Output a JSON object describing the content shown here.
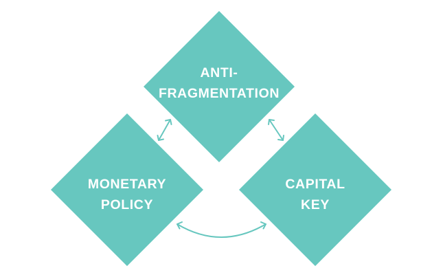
{
  "colors": {
    "diamond_fill": "#67c7bf",
    "arrow_stroke": "#67c7bf",
    "label_text": "#ffffff",
    "background": "#ffffff"
  },
  "nodes": {
    "anti_fragmentation": {
      "line1": "ANTI-",
      "line2": "FRAGMENTATION"
    },
    "monetary_policy": {
      "line1": "MONETARY",
      "line2": "POLICY"
    },
    "capital_key": {
      "line1": "CAPITAL",
      "line2": "KEY"
    }
  },
  "connections": [
    {
      "from": "anti_fragmentation",
      "to": "monetary_policy",
      "direction": "bidirectional"
    },
    {
      "from": "anti_fragmentation",
      "to": "capital_key",
      "direction": "bidirectional"
    },
    {
      "from": "monetary_policy",
      "to": "capital_key",
      "direction": "bidirectional"
    }
  ]
}
